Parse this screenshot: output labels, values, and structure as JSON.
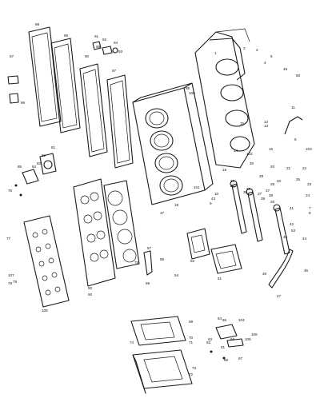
{
  "labels": [
    {
      "id": "88",
      "text": "88"
    },
    {
      "id": "89",
      "text": "89"
    },
    {
      "id": "91",
      "text": "91"
    },
    {
      "id": "92",
      "text": "92"
    },
    {
      "id": "90",
      "text": "90"
    },
    {
      "id": "94",
      "text": "94"
    },
    {
      "id": "93",
      "text": "93"
    },
    {
      "id": "87",
      "text": "87"
    },
    {
      "id": "86",
      "text": "86"
    },
    {
      "id": "1",
      "text": "1"
    },
    {
      "id": "3",
      "text": "3"
    },
    {
      "id": "2",
      "text": "2"
    },
    {
      "id": "5",
      "text": "5"
    },
    {
      "id": "4",
      "text": "4"
    },
    {
      "id": "49",
      "text": "49"
    },
    {
      "id": "50",
      "text": "50"
    },
    {
      "id": "99",
      "text": "99"
    },
    {
      "id": "100",
      "text": "100"
    },
    {
      "id": "11",
      "text": "11"
    },
    {
      "id": "12",
      "text": "12"
    },
    {
      "id": "13",
      "text": "13"
    },
    {
      "id": "14",
      "text": "14"
    },
    {
      "id": "15",
      "text": "15"
    },
    {
      "id": "103",
      "text": "103"
    },
    {
      "id": "102",
      "text": "102"
    },
    {
      "id": "16",
      "text": "16"
    },
    {
      "id": "17",
      "text": "17"
    },
    {
      "id": "18",
      "text": "18"
    },
    {
      "id": "19",
      "text": "19"
    },
    {
      "id": "20",
      "text": "20"
    },
    {
      "id": "21",
      "text": "21"
    },
    {
      "id": "22",
      "text": "22"
    },
    {
      "id": "23",
      "text": "23"
    },
    {
      "id": "24",
      "text": "24"
    },
    {
      "id": "25",
      "text": "25"
    },
    {
      "id": "26",
      "text": "26"
    },
    {
      "id": "27",
      "text": "27"
    },
    {
      "id": "28",
      "text": "28"
    },
    {
      "id": "29",
      "text": "29"
    },
    {
      "id": "30",
      "text": "30"
    },
    {
      "id": "33",
      "text": "33"
    },
    {
      "id": "34",
      "text": "34"
    },
    {
      "id": "35",
      "text": "35"
    },
    {
      "id": "36",
      "text": "36"
    },
    {
      "id": "37",
      "text": "37"
    },
    {
      "id": "38",
      "text": "38"
    },
    {
      "id": "39",
      "text": "39"
    },
    {
      "id": "40",
      "text": "40"
    },
    {
      "id": "41",
      "text": "41"
    },
    {
      "id": "42",
      "text": "42"
    },
    {
      "id": "43",
      "text": "43"
    },
    {
      "id": "44",
      "text": "44"
    },
    {
      "id": "45",
      "text": "45"
    },
    {
      "id": "46",
      "text": "46"
    },
    {
      "id": "47",
      "text": "47"
    },
    {
      "id": "48",
      "text": "48"
    },
    {
      "id": "51",
      "text": "51"
    },
    {
      "id": "52",
      "text": "52"
    },
    {
      "id": "53",
      "text": "53"
    },
    {
      "id": "54",
      "text": "54"
    },
    {
      "id": "57",
      "text": "57"
    },
    {
      "id": "58",
      "text": "58"
    },
    {
      "id": "59",
      "text": "59"
    },
    {
      "id": "60",
      "text": "60"
    },
    {
      "id": "61",
      "text": "61"
    },
    {
      "id": "62",
      "text": "62"
    },
    {
      "id": "63",
      "text": "63"
    },
    {
      "id": "64",
      "text": "64"
    },
    {
      "id": "65",
      "text": "65"
    },
    {
      "id": "66",
      "text": "66"
    },
    {
      "id": "67",
      "text": "67"
    },
    {
      "id": "68",
      "text": "68"
    },
    {
      "id": "69",
      "text": "69"
    },
    {
      "id": "70",
      "text": "70"
    },
    {
      "id": "71",
      "text": "71"
    },
    {
      "id": "72",
      "text": "72"
    },
    {
      "id": "73",
      "text": "73"
    },
    {
      "id": "74",
      "text": "74"
    },
    {
      "id": "75",
      "text": "75"
    },
    {
      "id": "76",
      "text": "76"
    },
    {
      "id": "77",
      "text": "77"
    },
    {
      "id": "78",
      "text": "78"
    },
    {
      "id": "79",
      "text": "79"
    },
    {
      "id": "80",
      "text": "80"
    },
    {
      "id": "81",
      "text": "81"
    },
    {
      "id": "82",
      "text": "82"
    },
    {
      "id": "83",
      "text": "83"
    },
    {
      "id": "84",
      "text": "84"
    },
    {
      "id": "85",
      "text": "85"
    },
    {
      "id": "97",
      "text": "97"
    },
    {
      "id": "98",
      "text": "98"
    },
    {
      "id": "101",
      "text": "101"
    },
    {
      "id": "104",
      "text": "104"
    },
    {
      "id": "105",
      "text": "105"
    },
    {
      "id": "106",
      "text": "106"
    },
    {
      "id": "107",
      "text": "107"
    },
    {
      "id": "108",
      "text": "108"
    },
    {
      "id": "6",
      "text": "6"
    },
    {
      "id": "7",
      "text": "7"
    },
    {
      "id": "8",
      "text": "8"
    },
    {
      "id": "9",
      "text": "9"
    },
    {
      "id": "10",
      "text": "10"
    }
  ]
}
